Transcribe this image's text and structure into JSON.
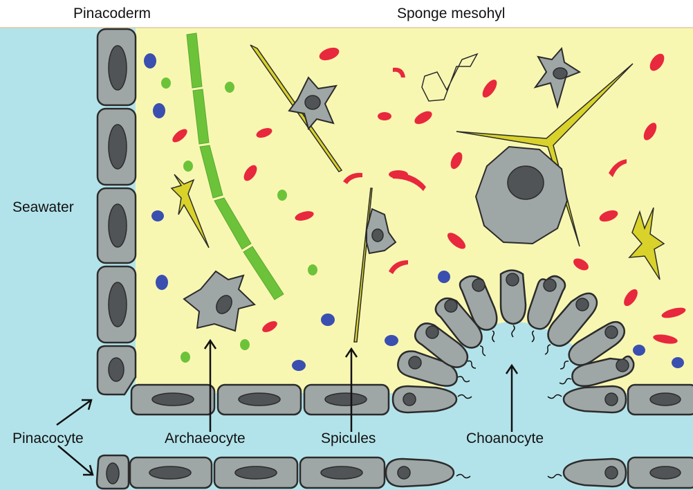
{
  "labels": {
    "pinacoderm": "Pinacoderm",
    "mesohyl": "Sponge mesohyl",
    "seawater": "Seawater",
    "pinacocyte": "Pinacocyte",
    "archaeocyte": "Archaeocyte",
    "spicules": "Spicules",
    "choanocyte": "Choanocyte"
  },
  "colors": {
    "seawater": "#b3e3ea",
    "mesohyl": "#f8f7b2",
    "cell_fill": "#9ea6a6",
    "nucleus": "#505456",
    "spicule": "#d9d22a",
    "green_filament": "#6cc33a",
    "red_bacteria": "#e8283c",
    "blue_dots": "#3a4fb0",
    "green_dots": "#6cc33a"
  }
}
